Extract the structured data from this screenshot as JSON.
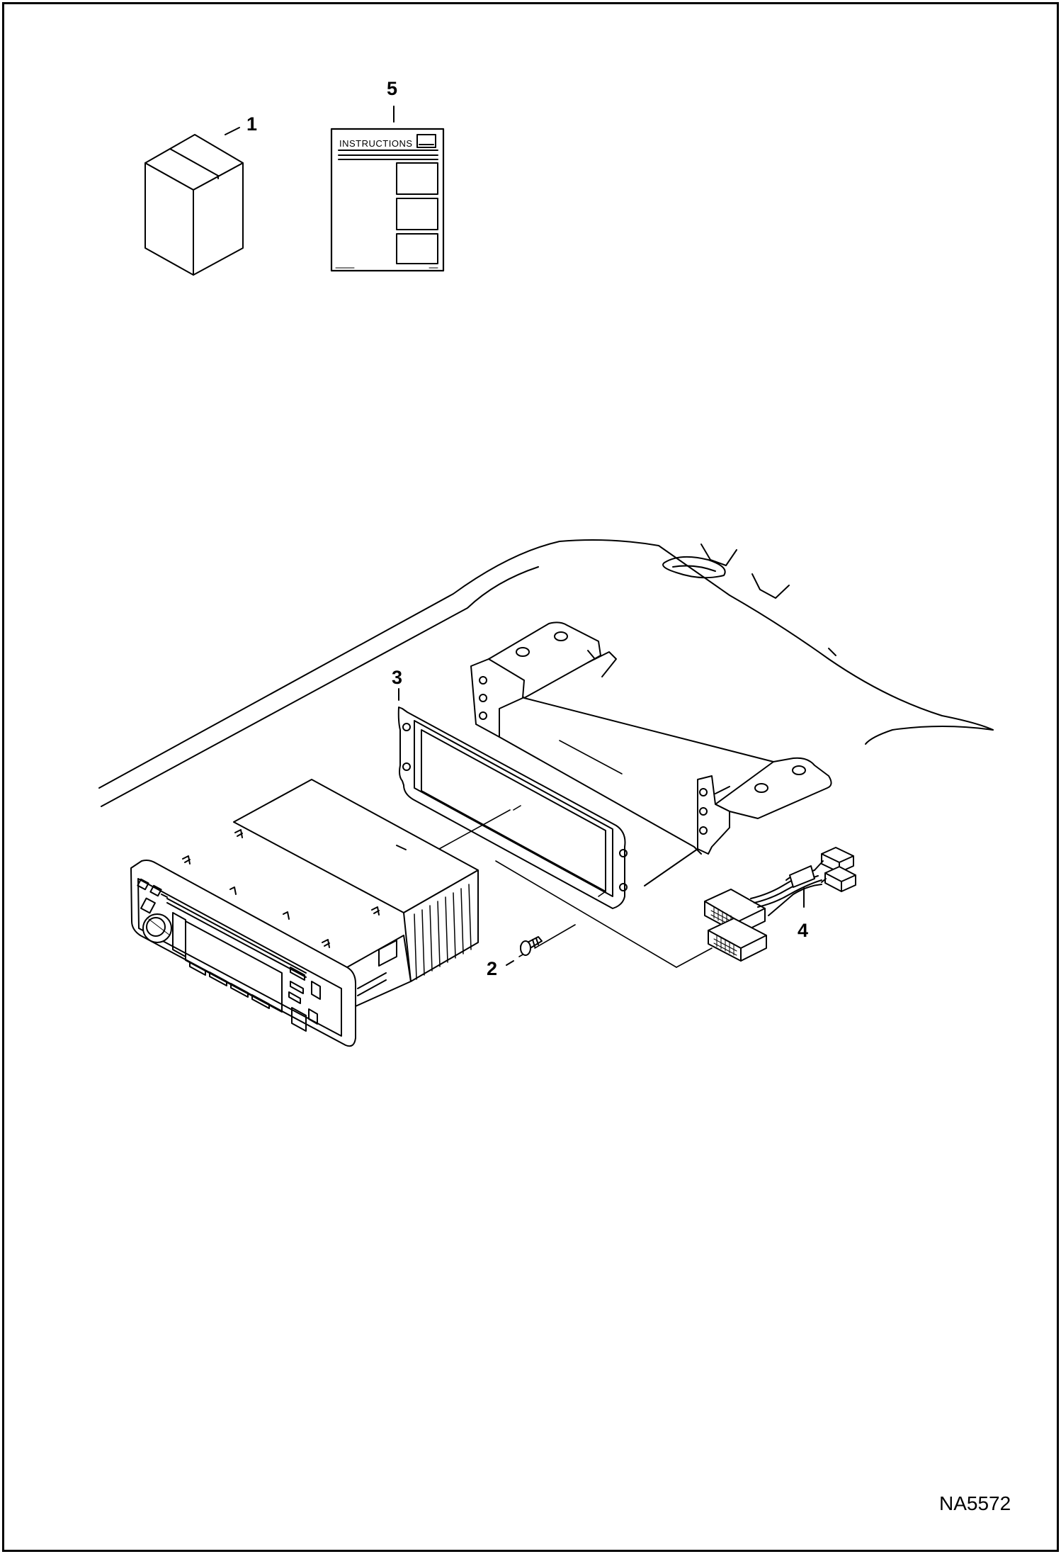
{
  "callouts": {
    "part_1": "1",
    "part_2": "2",
    "part_3": "3",
    "part_4": "4",
    "part_5": "5"
  },
  "instructions_sheet": {
    "header": "INSTRUCTIONS"
  },
  "figure_id": "NA5572"
}
